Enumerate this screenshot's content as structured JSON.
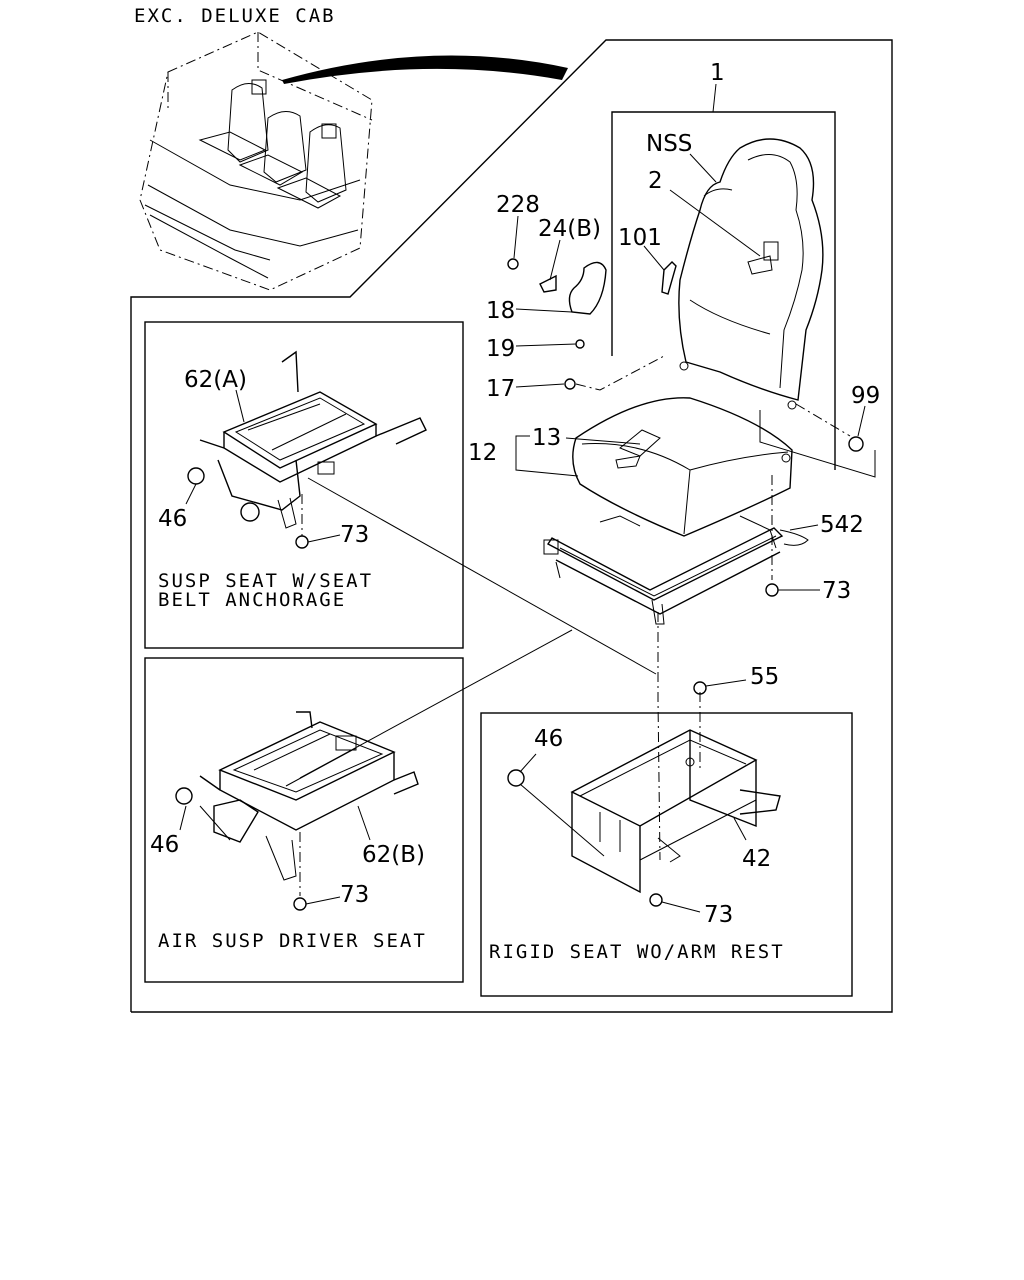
{
  "header": {
    "title": "EXC. DELUXE CAB"
  },
  "panels": {
    "susp_seat": {
      "caption_line1": "SUSP SEAT W/SEAT",
      "caption_line2": "BELT ANCHORAGE"
    },
    "air_susp": {
      "caption": "AIR SUSP DRIVER SEAT"
    },
    "rigid_seat": {
      "caption": "RIGID SEAT WO/ARM REST"
    }
  },
  "callouts": {
    "c1": "1",
    "nss": "NSS",
    "c2": "2",
    "c228": "228",
    "c24b": "24(B)",
    "c101": "101",
    "c18": "18",
    "c19": "19",
    "c17": "17",
    "c99": "99",
    "c12": "12",
    "c13": "13",
    "c542": "542",
    "c73_main": "73",
    "c55": "55",
    "c62a": "62(A)",
    "c46_a": "46",
    "c73_a": "73",
    "c46_b": "46",
    "c62b": "62(B)",
    "c73_b": "73",
    "c46_c": "46",
    "c42": "42",
    "c73_c": "73"
  }
}
